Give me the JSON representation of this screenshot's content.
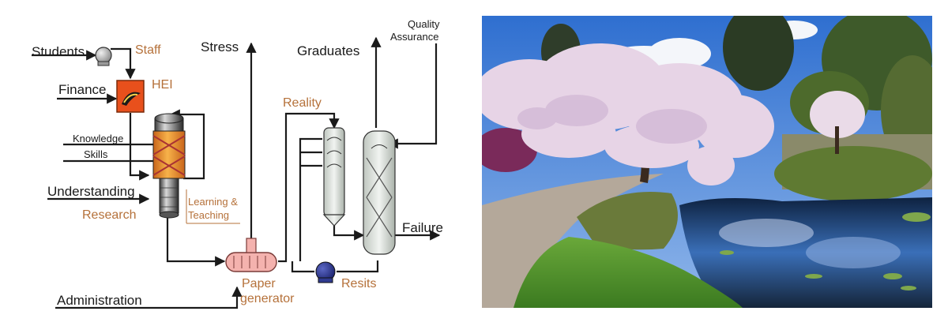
{
  "diagram": {
    "labels": {
      "students": "Students",
      "staff": "Staff",
      "finance": "Finance",
      "hei": "HEI",
      "knowledge": "Knowledge",
      "skills": "Skills",
      "understanding": "Understanding",
      "research": "Research",
      "learning_line1": "Learning &",
      "learning_line2": "Teaching",
      "stress": "Stress",
      "reality": "Reality",
      "graduates": "Graduates",
      "qa_line1": "Quality",
      "qa_line2": "Assurance",
      "failure": "Failure",
      "paper_line1": "Paper",
      "paper_line2": "generator",
      "resits": "Resits",
      "administration": "Administration"
    },
    "colors": {
      "black_text": "#1a1a1a",
      "orange_text": "#b5713a",
      "line": "#1a1a1a",
      "furnace": "#e8501c",
      "reactor_band": "#f2a23c",
      "exchanger": "#f4b2ae",
      "pump_blue": "#2f3a8f",
      "column_fill": "#e6ebe6"
    }
  },
  "photo": {
    "subject": "cherry-blossom-garden-pond",
    "colors": {
      "sky": "#3f7fd6",
      "blossom": "#e7d4e6",
      "grass": "#4f8f2a",
      "water": "#1d3b66",
      "path": "#b4a89a"
    }
  }
}
